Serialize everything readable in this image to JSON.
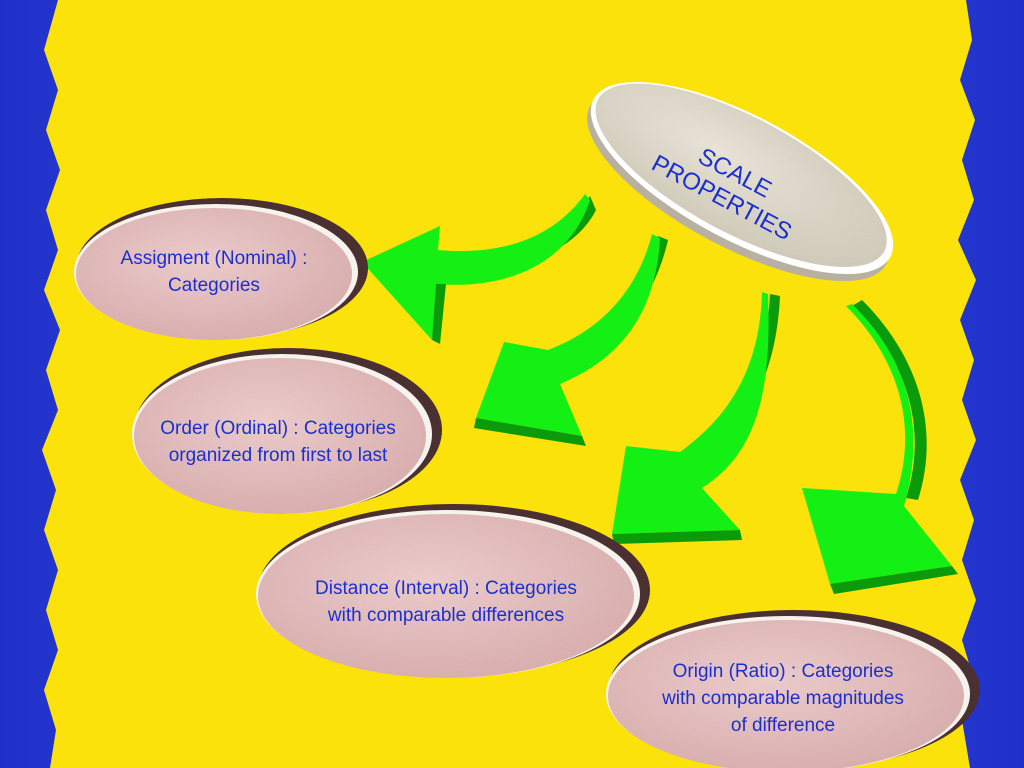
{
  "colors": {
    "border_blue": "#2b3fd6",
    "background_yellow": "#fbe20a",
    "arrow_green": "#14f014",
    "text_blue": "#1a2fd0",
    "ellipse_pink": "#e6bcbc",
    "title_disc": "#ded8c8"
  },
  "diagram": {
    "title": "SCALE\nPROPERTIES",
    "nodes": [
      {
        "id": "nominal",
        "label": "Assigment (Nominal) :\nCategories"
      },
      {
        "id": "ordinal",
        "label": "Order (Ordinal) : Categories\norganized from first to last"
      },
      {
        "id": "interval",
        "label": "Distance (Interval) : Categories\nwith comparable differences"
      },
      {
        "id": "ratio",
        "label": "Origin (Ratio) : Categories\nwith comparable magnitudes\nof difference"
      }
    ],
    "edges": [
      {
        "from": "title",
        "to": "nominal"
      },
      {
        "from": "title",
        "to": "ordinal"
      },
      {
        "from": "title",
        "to": "interval"
      },
      {
        "from": "title",
        "to": "ratio"
      }
    ]
  }
}
